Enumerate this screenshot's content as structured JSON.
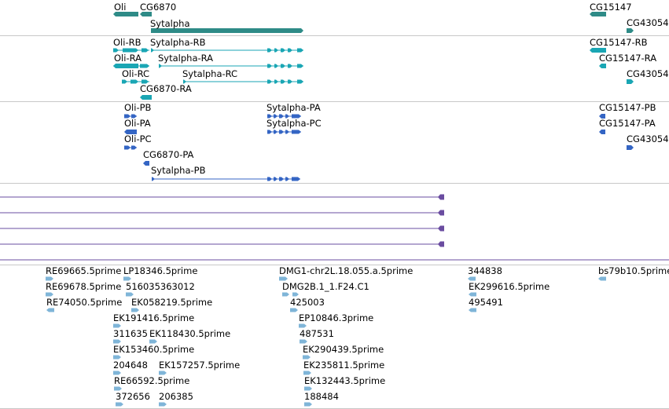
{
  "colors": {
    "gene": "#2e8b87",
    "transcript": "#1aa6b4",
    "protein": "#3465c4",
    "alignment": "#6a4ca0",
    "est": "#7fb5d8",
    "separator": "#c8c8c8"
  },
  "tracks": {
    "genes": [
      {
        "label": "Oli"
      },
      {
        "label": "CG6870"
      },
      {
        "label": "Sytalpha"
      },
      {
        "label": "CG15147"
      },
      {
        "label": "CG43054"
      }
    ],
    "transcripts": [
      {
        "label": "Oli-RB"
      },
      {
        "label": "Sytalpha-RB"
      },
      {
        "label": "CG15147-RB"
      },
      {
        "label": "Oli-RA"
      },
      {
        "label": "Sytalpha-RA"
      },
      {
        "label": "CG15147-RA"
      },
      {
        "label": "Oli-RC"
      },
      {
        "label": "Sytalpha-RC"
      },
      {
        "label": "CG43054"
      },
      {
        "label": "CG6870-RA"
      }
    ],
    "proteins": [
      {
        "label": "Oli-PB"
      },
      {
        "label": "Sytalpha-PA"
      },
      {
        "label": "CG15147-PB"
      },
      {
        "label": "Oli-PA"
      },
      {
        "label": "Sytalpha-PC"
      },
      {
        "label": "CG15147-PA"
      },
      {
        "label": "Oli-PC"
      },
      {
        "label": "CG43054"
      },
      {
        "label": "CG6870-PA"
      },
      {
        "label": "Sytalpha-PB"
      }
    ],
    "ests": [
      {
        "label": "RE69665.5prime"
      },
      {
        "label": "LP18346.5prime"
      },
      {
        "label": "DMG1-chr2L.18.055.a.5prime"
      },
      {
        "label": "344838"
      },
      {
        "label": "bs79b10.5prime"
      },
      {
        "label": "RE69678.5prime"
      },
      {
        "label": "516035363012"
      },
      {
        "label": "DMG2B.1_1.F24.C1"
      },
      {
        "label": "EK299616.5prime"
      },
      {
        "label": "RE74050.5prime"
      },
      {
        "label": "EK058219.5prime"
      },
      {
        "label": "425003"
      },
      {
        "label": "495491"
      },
      {
        "label": "EK191416.5prime"
      },
      {
        "label": "EP10846.3prime"
      },
      {
        "label": "311635"
      },
      {
        "label": "EK118430.5prime"
      },
      {
        "label": "487531"
      },
      {
        "label": "EK153460.5prime"
      },
      {
        "label": "EK290439.5prime"
      },
      {
        "label": "204648"
      },
      {
        "label": "EK157257.5prime"
      },
      {
        "label": "EK235811.5prime"
      },
      {
        "label": "RE66592.5prime"
      },
      {
        "label": "EK132443.5prime"
      },
      {
        "label": "372656"
      },
      {
        "label": "206385"
      },
      {
        "label": "188484"
      }
    ]
  }
}
